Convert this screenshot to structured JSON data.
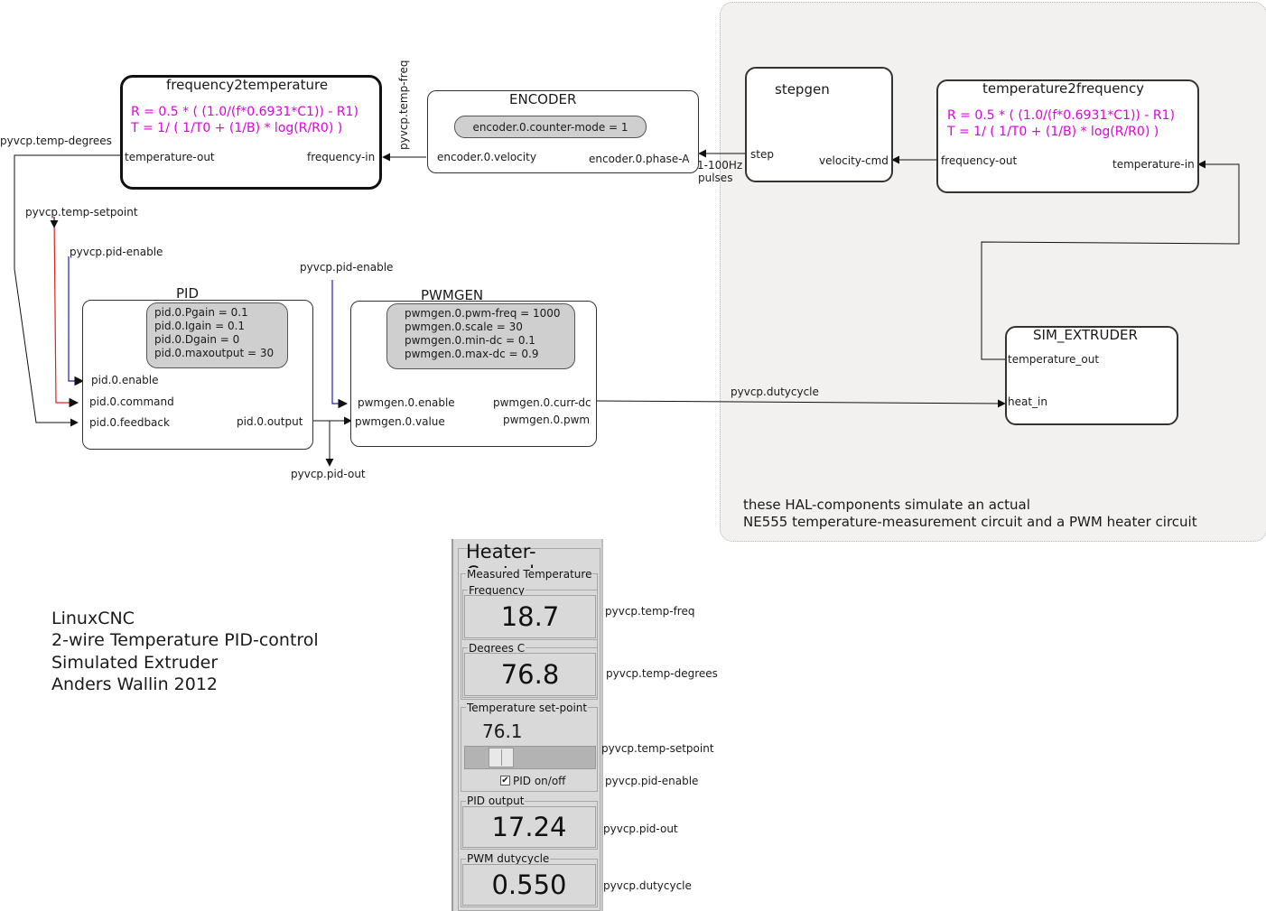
{
  "components": {
    "f2t": {
      "title": "frequency2temperature",
      "formula_r": "R = 0.5 * ( (1.0/(f*0.6931*C1)) - R1)",
      "formula_t": "T = 1/ ( 1/T0 + (1/B) * log(R/R0) )",
      "pin_out": "temperature-out",
      "pin_in": "frequency-in"
    },
    "encoder": {
      "title": "ENCODER",
      "param": "encoder.0.counter-mode = 1",
      "pin_velocity": "encoder.0.velocity",
      "pin_phase": "encoder.0.phase-A"
    },
    "stepgen": {
      "title": "stepgen",
      "pin_step": "step",
      "pin_velocity": "velocity-cmd"
    },
    "t2f": {
      "title": "temperature2frequency",
      "formula_r": "R = 0.5 * ( (1.0/(f*0.6931*C1)) - R1)",
      "formula_t": "T = 1/ ( 1/T0 + (1/B) * log(R/R0) )",
      "pin_freq_out": "frequency-out",
      "pin_temp_in": "temperature-in"
    },
    "pid": {
      "title": "PID",
      "params": [
        "pid.0.Pgain  = 0.1",
        "pid.0.Igain = 0.1",
        "pid.0.Dgain  = 0",
        "pid.0.maxoutput  = 30"
      ],
      "pin_enable": "pid.0.enable",
      "pin_command": "pid.0.command",
      "pin_feedback": "pid.0.feedback",
      "pin_output": "pid.0.output"
    },
    "pwmgen": {
      "title": "PWMGEN",
      "params": [
        "pwmgen.0.pwm-freq = 1000",
        "pwmgen.0.scale = 30",
        "pwmgen.0.min-dc = 0.1",
        "pwmgen.0.max-dc = 0.9"
      ],
      "pin_enable": "pwmgen.0.enable",
      "pin_value": "pwmgen.0.value",
      "pin_currdc": "pwmgen.0.curr-dc",
      "pin_pwm": "pwmgen.0.pwm"
    },
    "sim": {
      "title": "SIM_EXTRUDER",
      "pin_temp_out": "temperature_out",
      "pin_heat_in": "heat_in"
    }
  },
  "signals": {
    "temp_freq": "pyvcp.temp-freq",
    "temp_degrees": "pyvcp.temp-degrees",
    "temp_setpoint": "pyvcp.temp-setpoint",
    "pid_enable_a": "pyvcp.pid-enable",
    "pid_enable_b": "pyvcp.pid-enable",
    "pid_out": "pyvcp.pid-out",
    "dutycycle": "pyvcp.dutycycle",
    "pulses_line1": "1-100Hz",
    "pulses_line2": "pulses"
  },
  "sim_note": {
    "line1": "these HAL-components simulate an actual",
    "line2": "NE555 temperature-measurement circuit and a PWM heater circuit"
  },
  "credits": {
    "line1": "LinuxCNC",
    "line2": "2-wire Temperature PID-control",
    "line3": "Simulated Extruder",
    "line4": "Anders Wallin 2012"
  },
  "panel": {
    "title": "Heater-Control",
    "measured_group": "Measured Temperature",
    "freq_label": "Frequency",
    "freq_value": "18.7",
    "degrees_label": "Degrees C",
    "degrees_value": "76.8",
    "setpoint_group": "Temperature set-point",
    "setpoint_value": "76.1",
    "pid_toggle_label": "PID on/off",
    "pid_toggle_mark": "✔",
    "pid_output_label": "PID output",
    "pid_output_value": "17.24",
    "pwm_label": "PWM dutycycle",
    "pwm_value": "0.550",
    "side_labels": {
      "freq": "pyvcp.temp-freq",
      "degrees": "pyvcp.temp-degrees",
      "setpoint": "pyvcp.temp-setpoint",
      "enable": "pyvcp.pid-enable",
      "pidout": "pyvcp.pid-out",
      "duty": "pyvcp.dutycycle"
    }
  },
  "colors": {
    "formula": "#e000e0",
    "setpoint_wire": "#e02020",
    "enable_wire": "#2020c0",
    "param_fill": "#cfcfcf",
    "sim_region": "#f2f1f0"
  }
}
